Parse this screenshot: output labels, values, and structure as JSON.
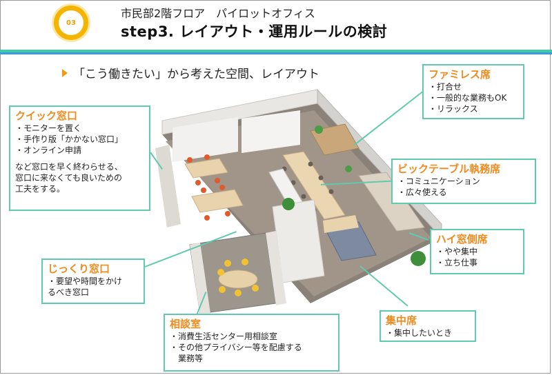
{
  "header": {
    "badge": "03",
    "subtitle": "市民部2階フロア　パイロットオフィス",
    "title": "step3.  レイアウト・運用ルールの検討"
  },
  "section_heading": "「こう働きたい」から考えた空間、レイアウト",
  "callouts": {
    "quick": {
      "title": "クイック窓口",
      "items": [
        "・モニターを置く",
        "・手作り版「かかない窓口」",
        "・オンライン申請"
      ],
      "note": "など窓口を早く終わらせる、\n窓口に来なくても良いための\n工夫をする。"
    },
    "famires": {
      "title": "ファミレス席",
      "items": [
        "・打合せ",
        "・一般的な業務もOK",
        "・リラックス"
      ]
    },
    "bigtable": {
      "title": "ビックテーブル執務席",
      "items": [
        "・コミュニケーション",
        "・広々使える"
      ]
    },
    "highwindow": {
      "title": "ハイ窓側席",
      "items": [
        "・やや集中",
        "・立ち仕事"
      ]
    },
    "jikkuri": {
      "title": "じっくり窓口",
      "items": [
        "・要望や時間をかけ",
        "るべき窓口"
      ]
    },
    "consult": {
      "title": "相談室",
      "items": [
        "・消費生活センター用相談室",
        "・その他プライバシー等を配慮する",
        "　業務等"
      ]
    },
    "focus": {
      "title": "集中席",
      "items": [
        "・集中したいとき"
      ]
    }
  },
  "colors": {
    "accent_orange": "#ef8a1c",
    "callout_border": "#5fcaae",
    "badge_yellow": "#f4b400",
    "rule_green": "#43c7a4",
    "rule_blue": "#3b9ae0"
  }
}
